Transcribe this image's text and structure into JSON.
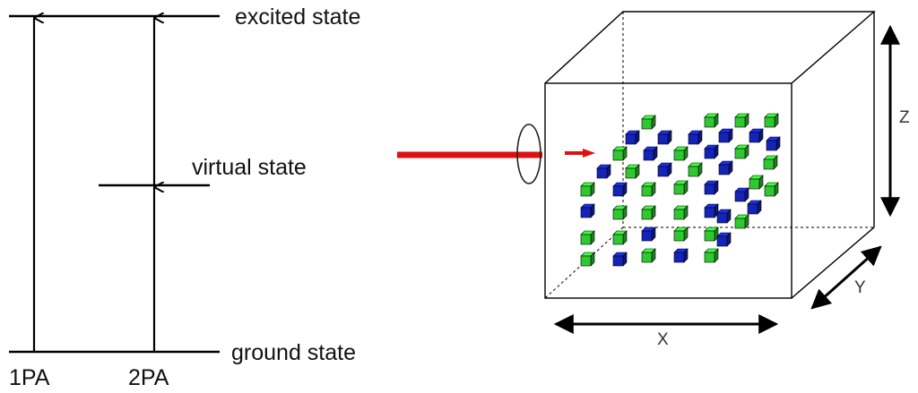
{
  "energy_diagram": {
    "levels": {
      "excited": "excited state",
      "virtual": "virtual state",
      "ground": "ground state"
    },
    "processes": {
      "one_photon": "1PA",
      "two_photon": "2PA"
    }
  },
  "lattice_diagram": {
    "axes": {
      "x": "X",
      "y": "Y",
      "z": "Z"
    },
    "colors": {
      "beam": "#e01010",
      "cube_blue": "#1424b8",
      "cube_green": "#30c830",
      "edge": "#000000"
    }
  }
}
